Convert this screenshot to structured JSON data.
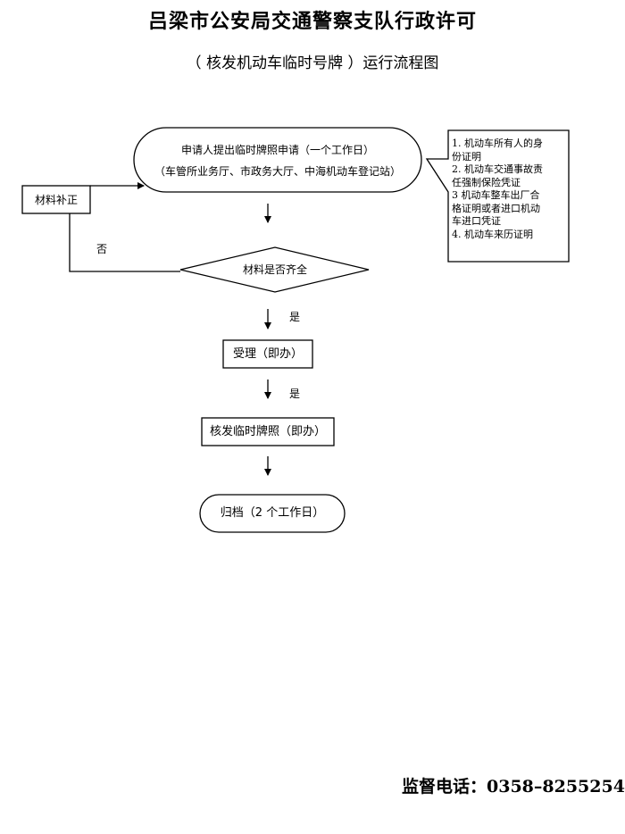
{
  "header": {
    "title": "吕梁市公安局交通警察支队行政许可",
    "subtitle": "（ 核发机动车临时号牌 ）运行流程图"
  },
  "flow": {
    "apply": {
      "line1": "申请人提出临时牌照申请（一个工作日）",
      "line2": "（车管所业务厅、市政务大厅、中海机动车登记站）"
    },
    "correction": "材料补正",
    "check": "材料是否齐全",
    "no_label": "否",
    "yes_label_1": "是",
    "yes_label_2": "是",
    "accept": "受理（即办）",
    "issue": "核发临时牌照（即办）",
    "archive": "归档（2 个工作日）",
    "materials": [
      "1. 机动车所有人的身",
      "份证明",
      "2. 机动车交通事故责",
      "任强制保险凭证",
      "3 机动车整车出厂合",
      "格证明或者进口机动",
      "车进口凭证",
      "4. 机动车来历证明"
    ]
  },
  "footer": {
    "phone": "监督电话：0358–8255254"
  }
}
